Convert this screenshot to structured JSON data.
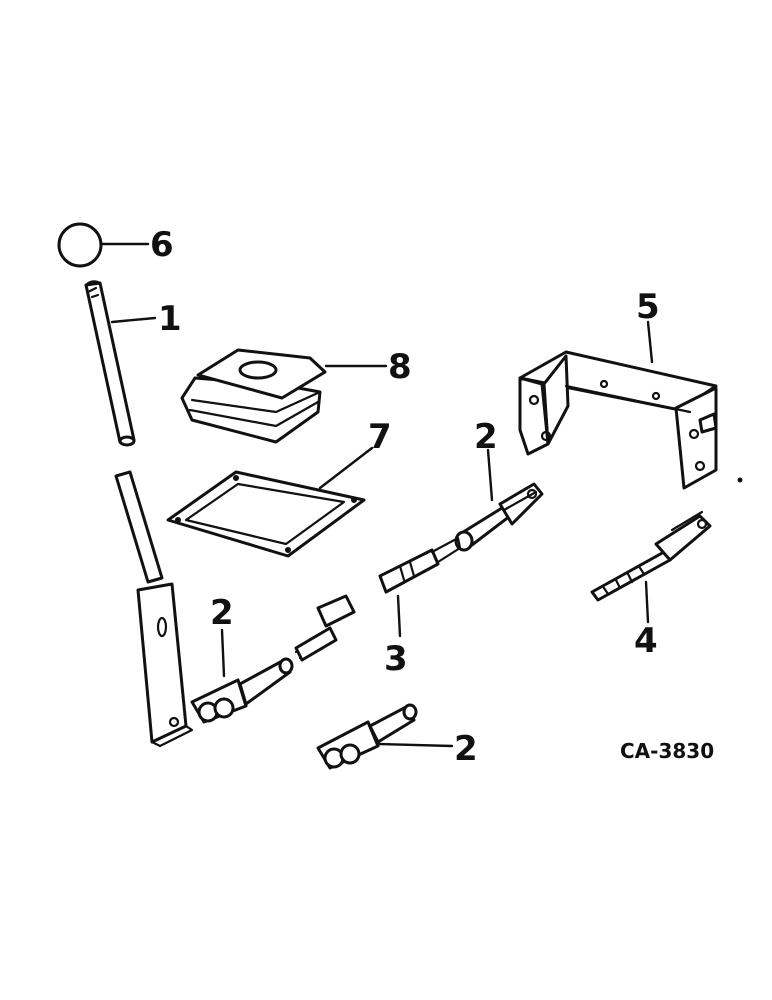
{
  "diagram": {
    "callouts": {
      "knob": "6",
      "lever": "1",
      "boot": "8",
      "plate": "7",
      "clevis_top": "2",
      "rod": "3",
      "bracket": "5",
      "clevis_left": "2",
      "clevis_bottom": "2",
      "clevis_rod": "4"
    },
    "figure_code": "CA-3830"
  }
}
